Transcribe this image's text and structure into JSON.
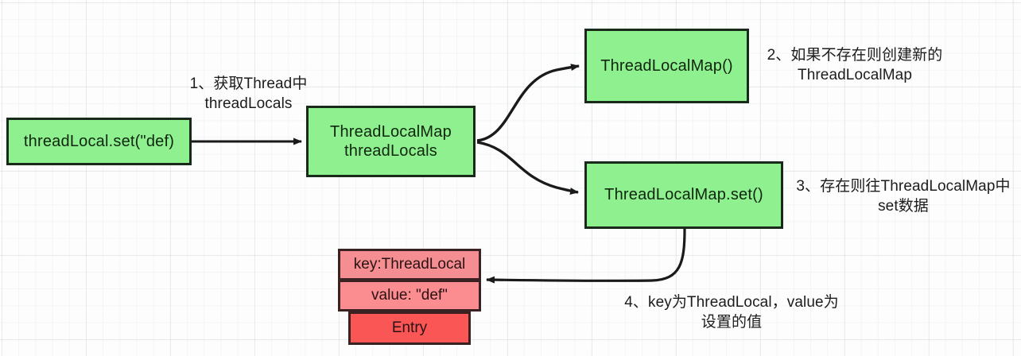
{
  "diagram": {
    "title": "ThreadLocal set flow",
    "colors": {
      "node_fill": "#8ef08e",
      "node_border": "#1a2a1a",
      "entry_key_fill": "#f58e92",
      "entry_value_fill": "#fb8c90",
      "entry_name_fill": "#fa5656",
      "entry_border": "#3a2222",
      "arrow": "#1a1a1a",
      "background": "#fdfdfd",
      "grid_line": "#c8cdd2"
    },
    "nodes": [
      {
        "id": "thread-local-set",
        "text": "threadLocal.set(\"def)"
      },
      {
        "id": "thread-locals-map",
        "text": "ThreadLocalMap\nthreadLocals"
      },
      {
        "id": "thread-local-map-ctor",
        "text": "ThreadLocalMap()"
      },
      {
        "id": "thread-local-map-set",
        "text": "ThreadLocalMap.set()"
      }
    ],
    "entry_table": {
      "rows": [
        {
          "id": "entry-key",
          "text": "key:ThreadLocal"
        },
        {
          "id": "entry-value",
          "text": "value: \"def\""
        },
        {
          "id": "entry-name",
          "text": "Entry"
        }
      ]
    },
    "annotations": [
      {
        "id": "step-1",
        "text": "1、获取Thread中\nthreadLocals"
      },
      {
        "id": "step-2",
        "text": "2、如果不存在则创建新的\nThreadLocalMap"
      },
      {
        "id": "step-3",
        "text": "3、存在则往ThreadLocalMap中\nset数据"
      },
      {
        "id": "step-4",
        "text": "4、key为ThreadLocal，value为\n设置的值"
      }
    ]
  }
}
